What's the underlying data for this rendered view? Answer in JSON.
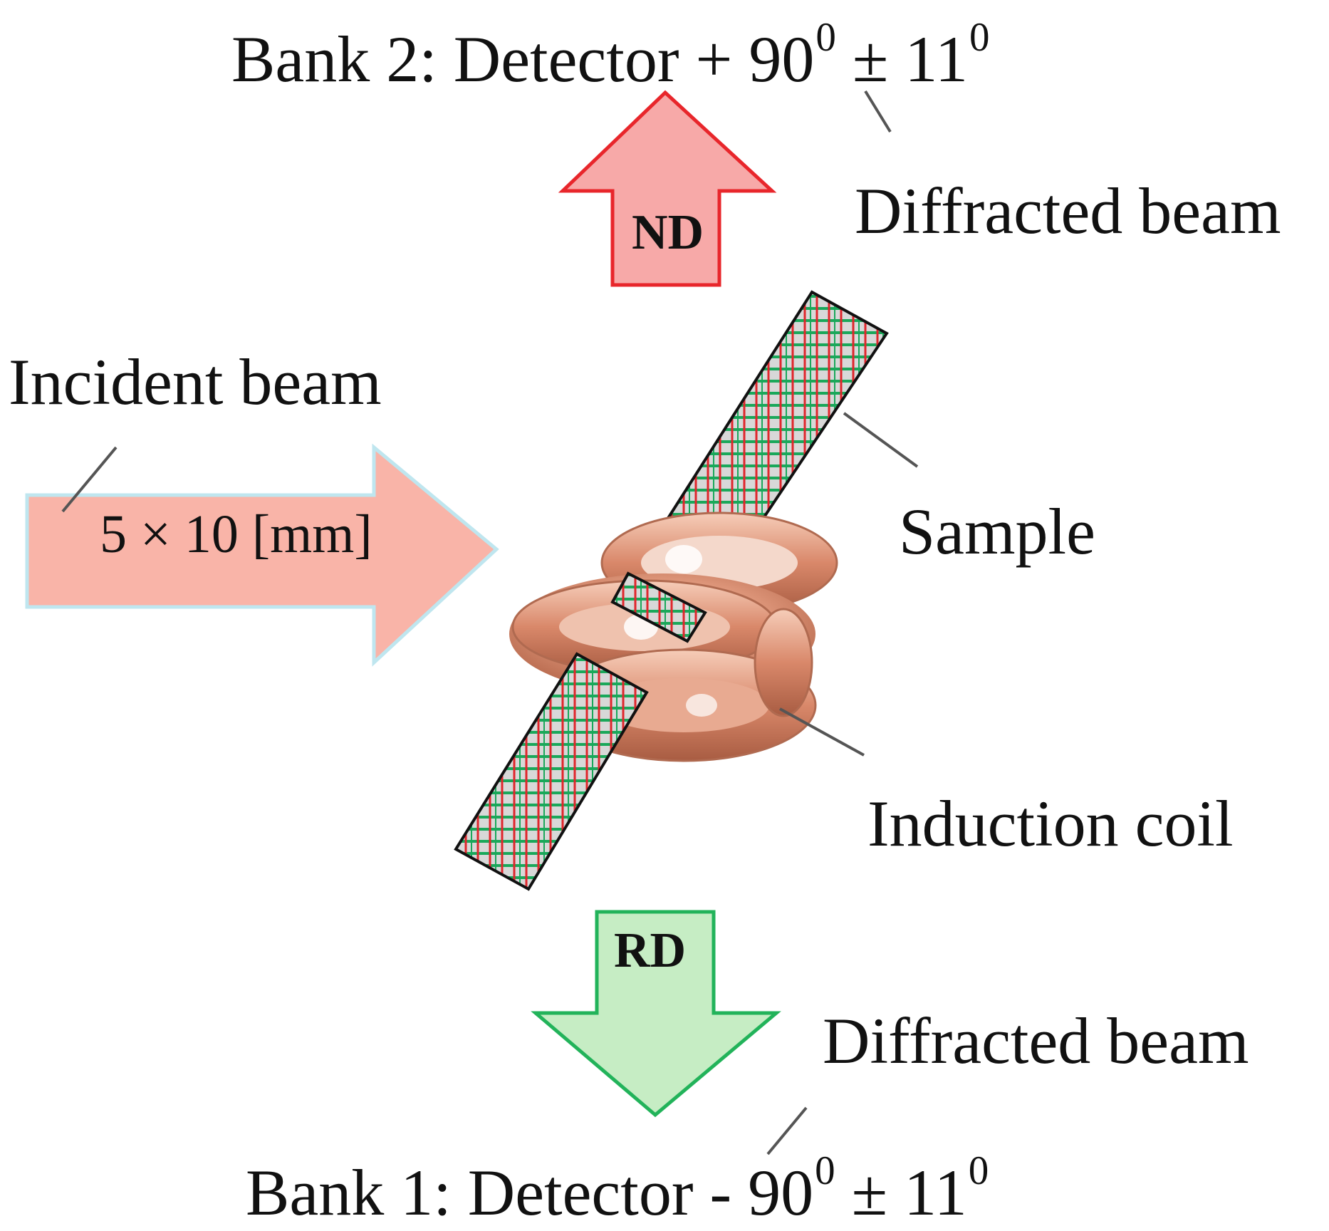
{
  "labels": {
    "bank2": {
      "prefix": "Bank 2: Detector + 90",
      "exp1": "0",
      "pm": " ± 11",
      "exp2": "0"
    },
    "bank1": {
      "prefix": "Bank 1: Detector - 90",
      "exp1": "0",
      "pm": " ± 11",
      "exp2": "0"
    },
    "diffracted_top": "Diffracted  beam",
    "diffracted_bottom": "Diffracted  beam",
    "incident": "Incident  beam",
    "beam_size": "5 × 10 [mm]",
    "sample": "Sample",
    "coil": "Induction  coil",
    "nd": "ND",
    "rd": "RD"
  },
  "colors": {
    "nd_fill": "#f7a9a8",
    "nd_stroke": "#e8262b",
    "rd_fill": "#c6edc4",
    "rd_stroke": "#22b35a",
    "incident_fill": "#f9b4a8",
    "incident_stroke": "#bfe6ef",
    "sample_fill": "#d6d6d6",
    "grid_red": "#e0262c",
    "grid_green": "#1aa85a",
    "coil": "#d9886a",
    "leader": "#555555"
  }
}
